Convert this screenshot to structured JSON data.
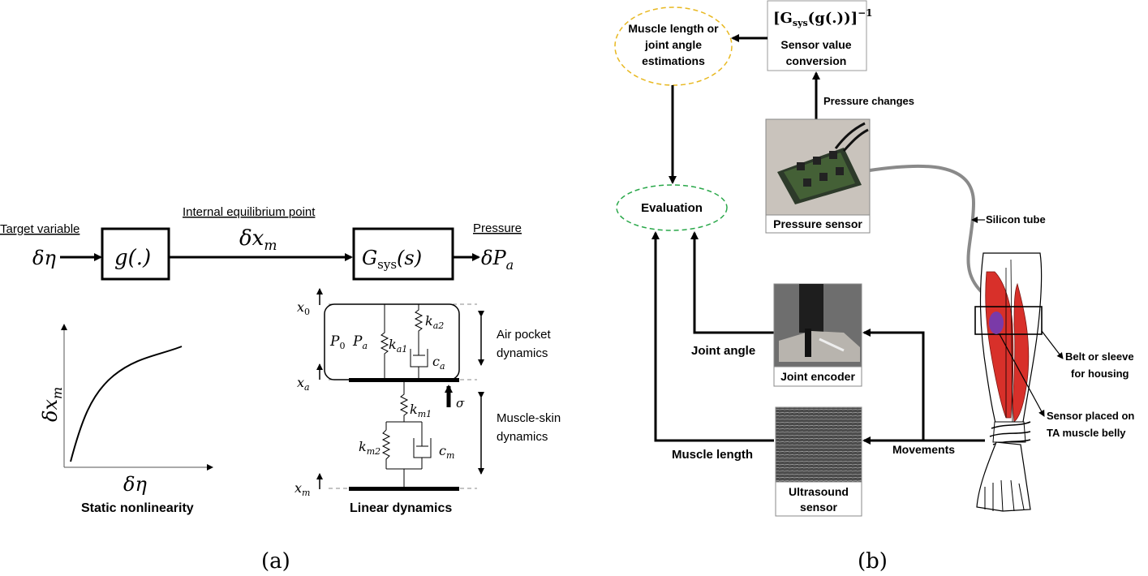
{
  "panel_a": {
    "caption": "(a)",
    "target_variable": "Target variable",
    "input_symbol": "δη",
    "g_block": "g(.)",
    "equilibrium_label": "Internal equilibrium point",
    "delta_xm": "δx",
    "delta_xm_sub": "m",
    "gsys_block": "G",
    "gsys_sub": "sys",
    "gsys_arg": "(s)",
    "pressure_label": "Pressure",
    "output_symbol": "δP",
    "output_sub": "a",
    "curve_ylabel": "δx",
    "curve_ylabel_sub": "m",
    "curve_xlabel": "δη",
    "static_title": "Static nonlinearity",
    "linear_title": "Linear dynamics",
    "air_pocket": [
      "Air pocket",
      "dynamics"
    ],
    "muscle_skin": [
      "Muscle-skin",
      "dynamics"
    ],
    "sigma": "σ",
    "symbols": {
      "x0": "x",
      "x0_sub": "0",
      "xa": "x",
      "xa_sub": "a",
      "xm": "x",
      "xm_sub": "m",
      "P0": "P",
      "P0_sub": "0",
      "Pa": "P",
      "Pa_sub": "a",
      "ka1": "k",
      "ka1_sub": "a1",
      "ka2": "k",
      "ka2_sub": "a2",
      "ca": "c",
      "ca_sub": "a",
      "km1": "k",
      "km1_sub": "m1",
      "km2": "k",
      "km2_sub": "m2",
      "cm": "c",
      "cm_sub": "m"
    }
  },
  "panel_b": {
    "caption": "(b)",
    "estimation_node": [
      "Muscle length or",
      "joint angle",
      "estimations"
    ],
    "conversion_formula": "[G",
    "conversion_formula_sub": "sys",
    "conversion_formula_rest": "(g(.))]",
    "conversion_formula_exp": "−1",
    "conversion_label": [
      "Sensor value",
      "conversion"
    ],
    "pressure_changes": "Pressure changes",
    "evaluation_node": "Evaluation",
    "pressure_sensor": "Pressure sensor",
    "silicon_tube": "Silicon tube",
    "joint_angle": "Joint angle",
    "joint_encoder": "Joint encoder",
    "belt_label": [
      "Belt or sleeve",
      "for housing"
    ],
    "sensor_placed": [
      "Sensor placed on",
      "TA muscle belly"
    ],
    "muscle_length": "Muscle length",
    "movements": "Movements",
    "ultrasound": [
      "Ultrasound",
      "sensor"
    ],
    "colors": {
      "estimation_border": "#e8b820",
      "evaluation_border": "#2aa84a",
      "tube": "#8a8a8a",
      "muscle": "#d8302a",
      "sensor_spot": "#7a3aa8"
    }
  }
}
